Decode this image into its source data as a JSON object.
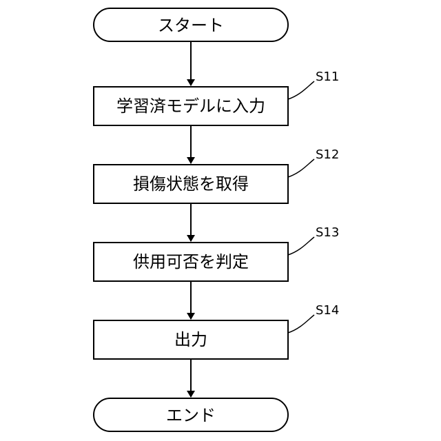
{
  "flowchart": {
    "start": "スタート",
    "end": "エンド",
    "steps": [
      {
        "id": "S11",
        "label": "学習済モデルに入力"
      },
      {
        "id": "S12",
        "label": "損傷状態を取得"
      },
      {
        "id": "S13",
        "label": "供用可否を判定"
      },
      {
        "id": "S14",
        "label": "出力"
      }
    ]
  }
}
